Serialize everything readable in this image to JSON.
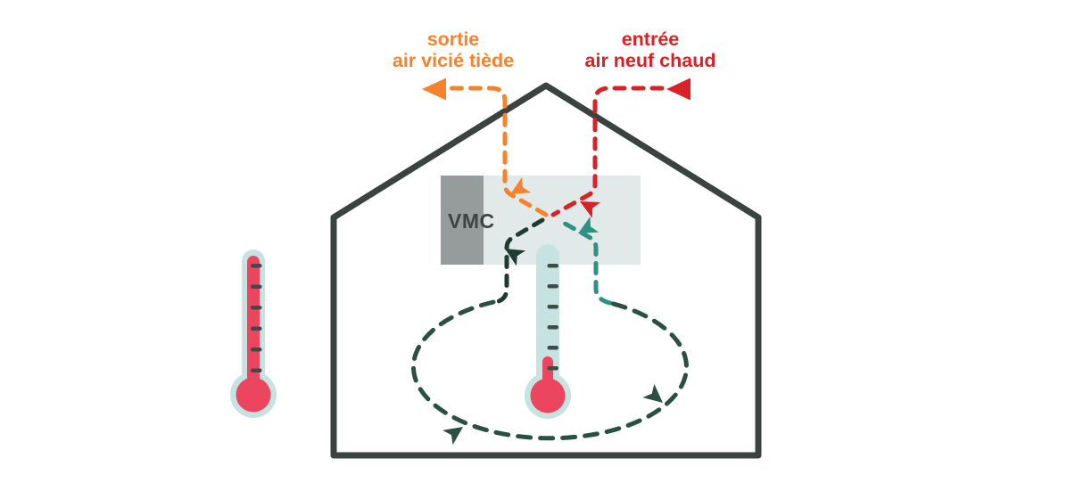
{
  "labels": {
    "exhaust": {
      "line1": "sortie",
      "line2": "air vicié tiède"
    },
    "intake": {
      "line1": "entrée",
      "line2": "air neuf chaud"
    },
    "vmc": "VMC"
  },
  "thermometers": {
    "outdoor": {
      "level": "high",
      "tick_count": 6
    },
    "indoor": {
      "level": "low",
      "tick_count": 6
    }
  },
  "colors": {
    "background": "#FFFFFF",
    "exhaust_orange": "#F5822E",
    "intake_red": "#D92128",
    "supply_dark": "#1E3C30",
    "return_teal": "#2F9183",
    "circulation_green": "#2A5044",
    "house_outline": "#3A433F",
    "vmc_dark": "#969C9B",
    "vmc_light": "#E1E9E9",
    "vmc_text": "#3E4442",
    "thermo_glass": "#C7E3E1",
    "thermo_mercury": "#EC4560",
    "thermo_tick": "#3F4B47"
  }
}
